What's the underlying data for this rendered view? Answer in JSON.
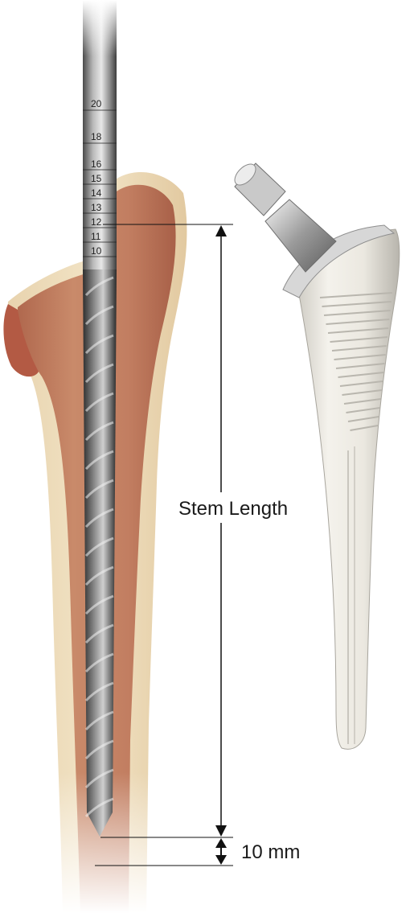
{
  "reamer": {
    "scale_marks": [
      "20",
      "18",
      "16",
      "15",
      "14",
      "13",
      "12",
      "11",
      "10"
    ]
  },
  "labels": {
    "stem_length": "Stem Length",
    "offset": "10 mm"
  }
}
